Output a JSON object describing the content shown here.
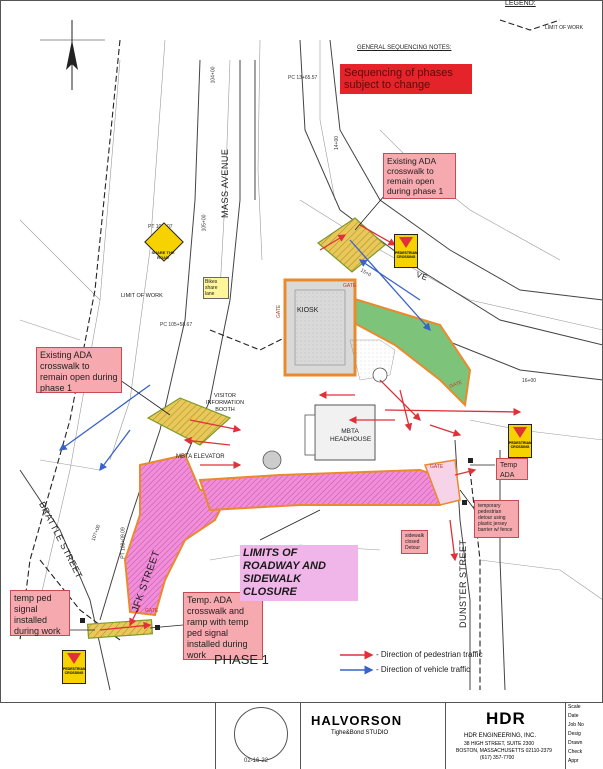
{
  "header": {
    "legend_label": "LEGEND:",
    "limit_of_work_label": "LIMIT OF WORK",
    "general_notes_title": "GENERAL SEQUENCING NOTES:",
    "sequencing_note": "Sequencing of phases subject to change"
  },
  "streets": {
    "mass_ave": "MASS AVENUE",
    "jfk": "JFK STREET",
    "brattle": "BRATTLE STREET",
    "dunster": "DUNSTER STREET",
    "ave_fragment": "VE"
  },
  "stations": {
    "pt_105_07": "PT 105+07",
    "sta_105_00": "105+00",
    "sta_104_00": "104+00",
    "pc_105_58": "PC 105+58.67",
    "pc_13_65": "PC 13+65.57",
    "sta_14_00": "14+00",
    "sta_15_0": "15+0",
    "pt_108_09": "PT 108+09.09",
    "sta_107_00": "107+00",
    "sta_16_00": "16+00"
  },
  "callouts": {
    "existing_ada_top": "Existing ADA crosswalk to remain open during phase 1",
    "existing_ada_left": "Existing ADA crosswalk to remain open during phase 1",
    "temp_ped_signal": "temp ped signal installed during work",
    "temp_ada_jfk": "Temp. ADA crosswalk and ramp with temp ped signal installed during work",
    "temp_ada_right": "Temp ADA",
    "temporary_pedestrian_detour": "temporary pedestrian detour using plastic jersey barrier w/ fence",
    "sidewalk_closed": "sidewalk closed Detour",
    "limits": "LIMITS OF ROADWAY AND SIDEWALK CLOSURE",
    "phase": "PHASE 1"
  },
  "features": {
    "kiosk": "KIOSK",
    "mbta_headhouse": "MBTA HEADHOUSE",
    "mbta_elevator": "MBTA ELEVATOR",
    "visitor_booth": "VISITOR INFORMATION BOOTH",
    "bikes_share_lane": "Bikes share lane",
    "limit_of_work": "LIMIT OF WORK",
    "gate": "GATE"
  },
  "signs": {
    "share_the_road": "SHARE THE ROAD",
    "pedestrian_crossing": "PEDESTRIAN CROSSING"
  },
  "legend_items": [
    {
      "label": "- Direction of pedestrian traffic",
      "color": "#e0303a"
    },
    {
      "label": "- Direction of vehicle traffic",
      "color": "#3a63c9"
    }
  ],
  "title_block": {
    "firm": "HALVORSON",
    "sub_firm": "Tighe&Bond STUDIO",
    "hdr_logo": "HDR",
    "hdr_name": "HDR ENGINEERING, INC.",
    "hdr_address_1": "38 HIGH STREET, SUITE 2300",
    "hdr_address_2": "BOSTON, MASSACHUSETTS 02110-2379",
    "hdr_phone": "(617) 357-7700",
    "seal_date": "02-16-22",
    "side_labels": [
      "Scale",
      "Date",
      "Job No",
      "Desig",
      "Drawn",
      "Check",
      "Appr"
    ]
  },
  "colors": {
    "pedestrian_arrow": "#e0303a",
    "vehicle_arrow": "#3a63c9",
    "closure_pink": "#f08fd8",
    "ada_yellow": "#e9c85a",
    "green_zone": "#7ec37a",
    "work_limit_orange": "#e98a2c"
  }
}
